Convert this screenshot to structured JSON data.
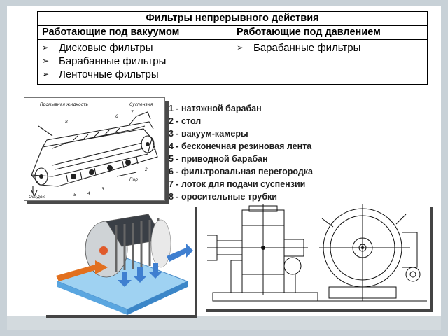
{
  "table": {
    "title": "Фильтры непрерывного действия",
    "col_vacuum": "Работающие под вакуумом",
    "col_pressure": "Работающие под давлением",
    "vacuum_items": [
      "Дисковые фильтры",
      "Барабанные фильтры",
      "Ленточные фильтры"
    ],
    "pressure_items": [
      "Барабанные фильтры"
    ],
    "bullet": "➢"
  },
  "legend": [
    "1 - натяжной барабан",
    "2 - стол",
    "3 - вакуум-камеры",
    "4 - бесконечная резиновая лента",
    "5 - приводной барабан",
    "6 - фильтровальная перегородка",
    "7 - лоток для подачи суспензии",
    "8 - оросительные трубки"
  ],
  "diagram_belt": {
    "label_wash": "Промывная жидкость",
    "label_suspension": "Суспензия",
    "label_sediment": "Осадок",
    "label_steam": "Пар",
    "numbers": [
      "1",
      "2",
      "3",
      "4",
      "5",
      "6",
      "7",
      "8"
    ]
  },
  "colors": {
    "slide_bg": "#ffffff",
    "frame_bg": "#c8d1d7",
    "blue_arrow": "#3f7fd0",
    "orange_arrow": "#e2701f"
  }
}
